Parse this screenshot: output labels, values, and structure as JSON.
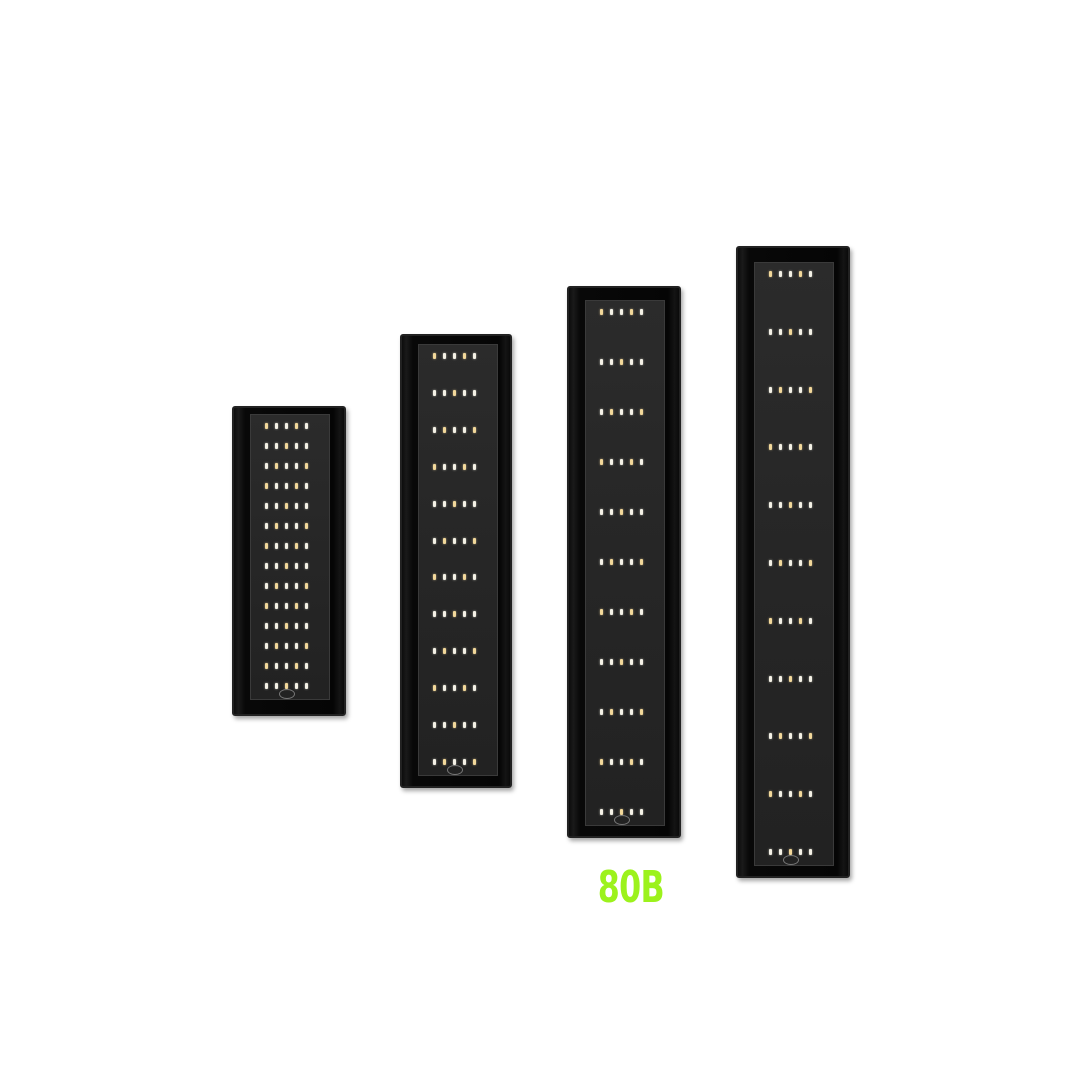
{
  "products": [
    {
      "name": "light-bar-1",
      "led_rows": 14
    },
    {
      "name": "light-bar-2",
      "led_rows": 12
    },
    {
      "name": "light-bar-3",
      "led_rows": 11
    },
    {
      "name": "light-bar-4",
      "led_rows": 11
    }
  ],
  "label": {
    "text": "80B",
    "color": "#9cf21c"
  },
  "colors": {
    "housing": "#0a0a0a",
    "panel": "#262626",
    "led_white": "#f4f1e6",
    "led_yellow": "#f2d89a"
  }
}
